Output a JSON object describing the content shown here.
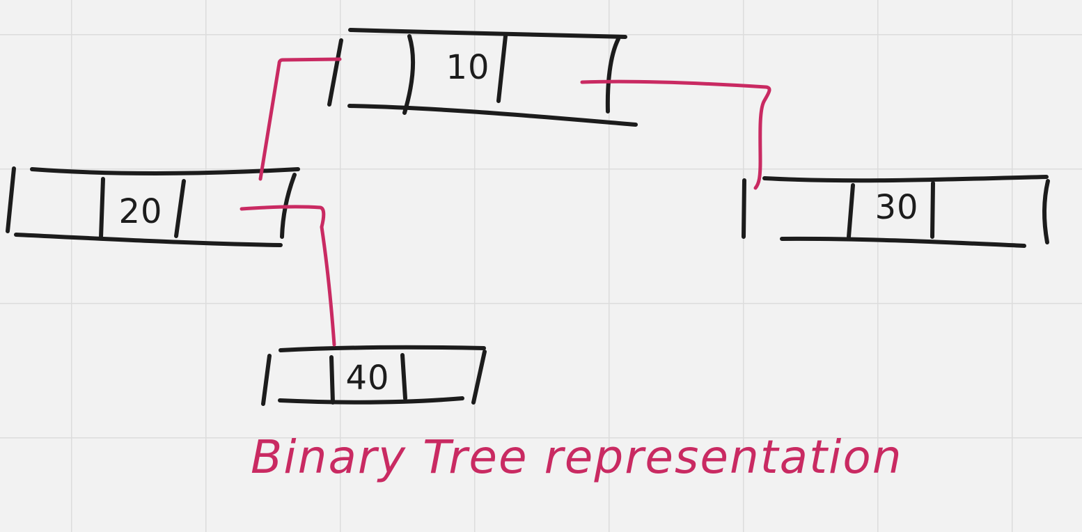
{
  "diagram": {
    "caption": "Binary Tree representation",
    "nodes": [
      {
        "id": "node-10",
        "value": "10"
      },
      {
        "id": "node-20",
        "value": "20"
      },
      {
        "id": "node-30",
        "value": "30"
      },
      {
        "id": "node-40",
        "value": "40"
      }
    ],
    "edges": [
      {
        "from": "10",
        "to": "20",
        "side": "left"
      },
      {
        "from": "10",
        "to": "30",
        "side": "right"
      },
      {
        "from": "20",
        "to": "40",
        "side": "right"
      }
    ],
    "colors": {
      "background": "#f2f2f2",
      "grid": "#dcdcdc",
      "ink": "#1c1c1c",
      "accent": "#c92a62"
    }
  }
}
